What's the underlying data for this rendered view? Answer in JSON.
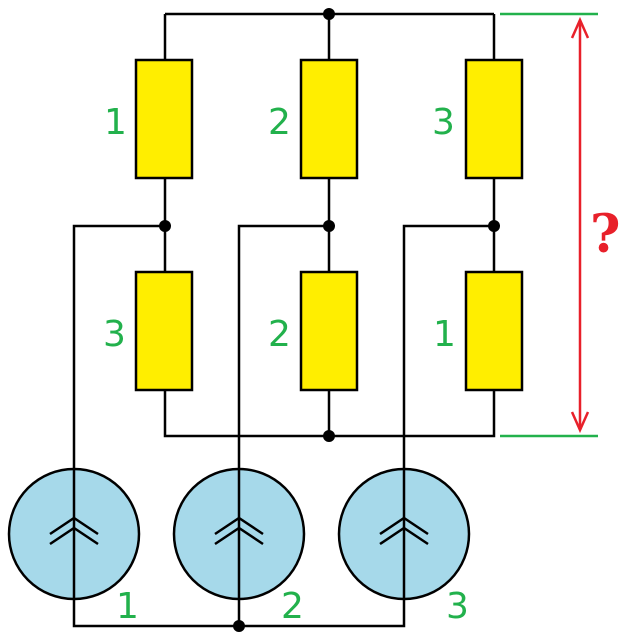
{
  "colors": {
    "resistor_fill": "#ffee00",
    "source_fill": "#a6d9ea",
    "label": "#22b14c",
    "question": "#e8202a",
    "wire": "#000000"
  },
  "resistors": {
    "top": [
      "1",
      "2",
      "3"
    ],
    "bottom": [
      "3",
      "2",
      "1"
    ]
  },
  "sources": [
    "1",
    "2",
    "3"
  ],
  "question_mark": "?",
  "icons": {
    "source_symbol": "double-chevron-up-icon",
    "measure_arrow": "double-headed-arrow-icon"
  }
}
